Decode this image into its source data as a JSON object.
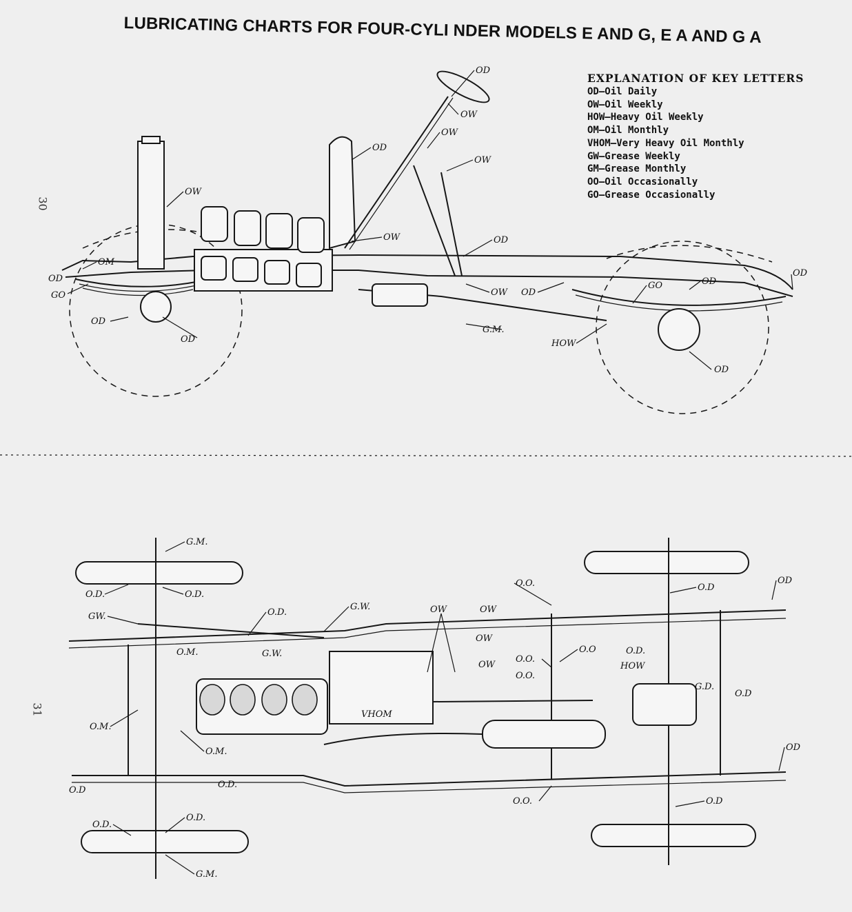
{
  "title": "LUBRICATING CHARTS FOR FOUR-CYLI NDER MODELS E AND G, E A AND G A",
  "page_numbers": {
    "upper": "30",
    "lower": "31"
  },
  "legend": {
    "title": "EXPLANATION OF KEY LETTERS",
    "items": [
      "OD—Oil Daily",
      "OW—Oil Weekly",
      "HOW—Heavy Oil Weekly",
      "OM—Oil Monthly",
      "VHOM—Very Heavy Oil Monthly",
      "GW—Grease Weekly",
      "GM—Grease Monthly",
      "OO—Oil Occasionally",
      "GO—Grease Occasionally"
    ]
  },
  "side_view_labels": [
    "OD",
    "OW",
    "OW",
    "OD",
    "OW",
    "OW",
    "OD",
    "OW",
    "OM",
    "OD",
    "GO",
    "OD",
    "OD",
    "OW",
    "OD",
    "G.M.",
    "HOW",
    "GO",
    "OD",
    "OD",
    "OD"
  ],
  "plan_view_labels": [
    "G.M.",
    "O.D.",
    "O.D.",
    "GW.",
    "O.D.",
    "G.W.",
    "OW",
    "OW",
    "O.O.",
    "OD",
    "O.D",
    "O.M.",
    "G.W.",
    "OW",
    "OW",
    "O.O.",
    "O.O.",
    "O.D.",
    "HOW",
    "G.D.",
    "O.D",
    "O.O",
    "VHOM",
    "O.M.",
    "O.M.",
    "O.D",
    "O.D.",
    "OD",
    "O.O.",
    "O.D",
    "O.D.",
    "O.D.",
    "G.M."
  ]
}
